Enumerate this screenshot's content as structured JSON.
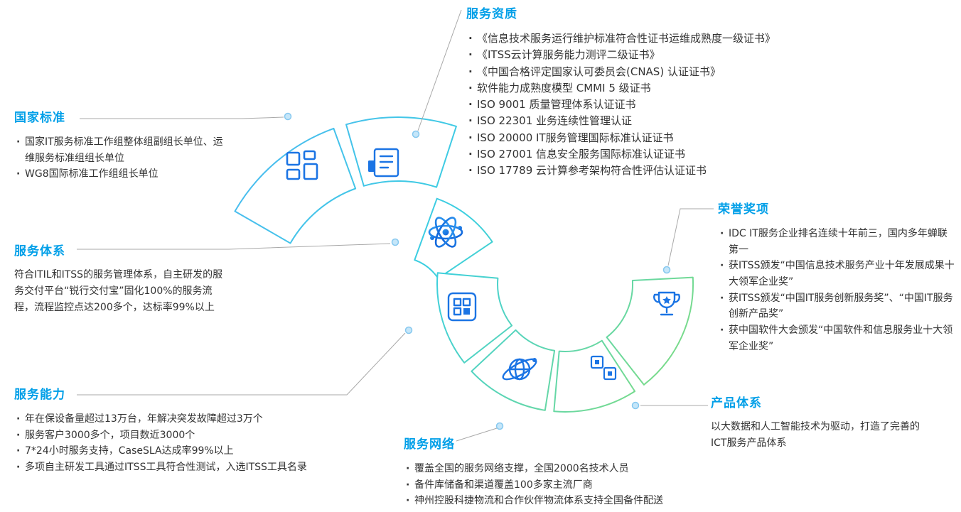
{
  "colors": {
    "heading": "#009fe8",
    "body_text": "#333333",
    "connector": "#a9a9a9",
    "dot_fill": "#c5e6f9",
    "dot_stroke": "#86c8ef",
    "icon_blue": "#1b74e4",
    "ring_gradient_start": "#4db9f2",
    "ring_gradient_mid": "#3bcfe0",
    "ring_gradient_end": "#85dd7b"
  },
  "sections": {
    "national_standards": {
      "title": "国家标准",
      "items": [
        "国家IT服务标准工作组整体组副组长单位、运维服务标准组组长单位",
        "WG8国际标准工作组组长单位"
      ]
    },
    "service_qualifications": {
      "title": "服务资质",
      "items": [
        "《信息技术服务运行维护标准符合性证书运维成熟度一级证书》",
        "《ITSS云计算服务能力测评二级证书》",
        "《中国合格评定国家认可委员会(CNAS) 认证证书》",
        "软件能力成熟度模型 CMMI 5 级证书",
        "ISO 9001 质量管理体系认证证书",
        "ISO 22301 业务连续性管理认证",
        "ISO 20000 IT服务管理国际标准认证证书",
        "ISO 27001 信息安全服务国际标准认证证书",
        "ISO 17789 云计算参考架构符合性评估认证证书"
      ]
    },
    "service_system": {
      "title": "服务体系",
      "body": "符合ITIL和ITSS的服务管理体系，自主研发的服务交付平台“锐行交付宝”固化100%的服务流程，流程监控点达200多个，达标率99%以上"
    },
    "honors": {
      "title": "荣誉奖项",
      "items": [
        "IDC  IT服务企业排名连续十年前三，国内多年蝉联第一",
        "获ITSS颁发“中国信息技术服务产业十年发展成果十大领军企业奖”",
        "获ITSS颁发“中国IT服务创新服务奖”、“中国IT服务创新产品奖”",
        "获中国软件大会颁发“中国软件和信息服务业十大领军企业奖”"
      ]
    },
    "service_capability": {
      "title": "服务能力",
      "items": [
        "年在保设备量超过13万台，年解决突发故障超过3万个",
        "服务客户3000多个，项目数近3000个",
        "7*24小时服务支持，CaseSLA达成率99%以上",
        "多项自主研发工具通过ITSS工具符合性测试，入选ITSS工具名录"
      ]
    },
    "product_system": {
      "title": "产品体系",
      "body": "以大数据和人工智能技术为驱动，打造了完善的ICT服务产品体系"
    },
    "service_network": {
      "title": "服务网络",
      "items": [
        "覆盖全国的服务网络支撑，全国2000名技术人员",
        "备件库储备和渠道覆盖100多家主流厂商",
        "神州控股科捷物流和合作伙伴物流体系支持全国备件配送"
      ]
    }
  },
  "diagram": {
    "icons": [
      "grid-icon",
      "document-icon",
      "atom-icon",
      "apps-icon",
      "globe-icon",
      "cubes-icon",
      "trophy-icon"
    ]
  }
}
